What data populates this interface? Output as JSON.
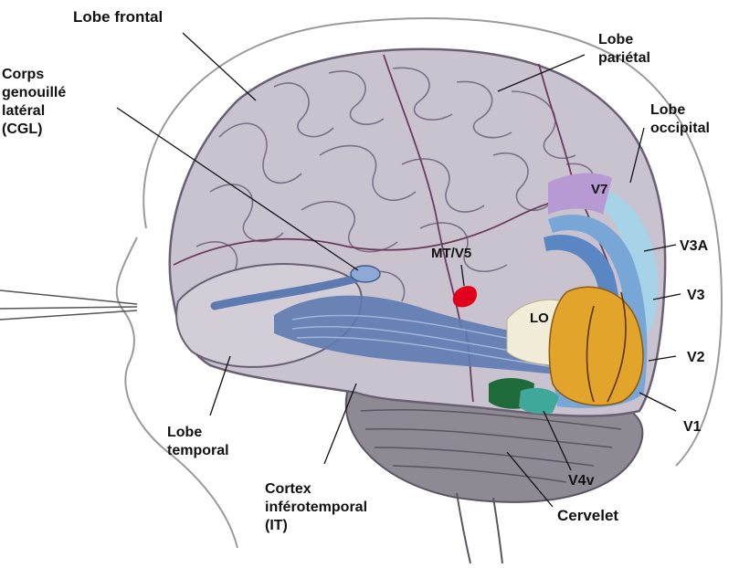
{
  "labels": {
    "lobe_frontal": "Lobe frontal",
    "corps_genouille": [
      "Corps",
      "genouillé",
      "latéral",
      "(CGL)"
    ],
    "lobe_parietal": [
      "Lobe",
      "pariétal"
    ],
    "lobe_occipital": [
      "Lobe",
      "occipital"
    ],
    "v7": "V7",
    "v3a": "V3A",
    "v3": "V3",
    "v2": "V2",
    "v1": "V1",
    "v4v": "V4v",
    "mt_v5": "MT/V5",
    "lo": "LO",
    "lobe_temporal": [
      "Lobe",
      "temporal"
    ],
    "cortex_it": [
      "Cortex",
      "inférotemporal",
      "(IT)"
    ],
    "cervelet": "Cervelet"
  },
  "colors": {
    "brain": "#c9c2cf",
    "gyri_outline": "#7d6f86",
    "pathway": "#5e7bb1",
    "v1": "#e2a42a",
    "v2": "#78a6d6",
    "v3a": "#a6d3e8",
    "v7": "#b79ad3",
    "v4v_green": "#1e6a3a",
    "v4v_teal": "#3fa89a",
    "mt": "#e0001c",
    "lo": "#f1edd8",
    "cerebellum": "#8e8a94"
  }
}
